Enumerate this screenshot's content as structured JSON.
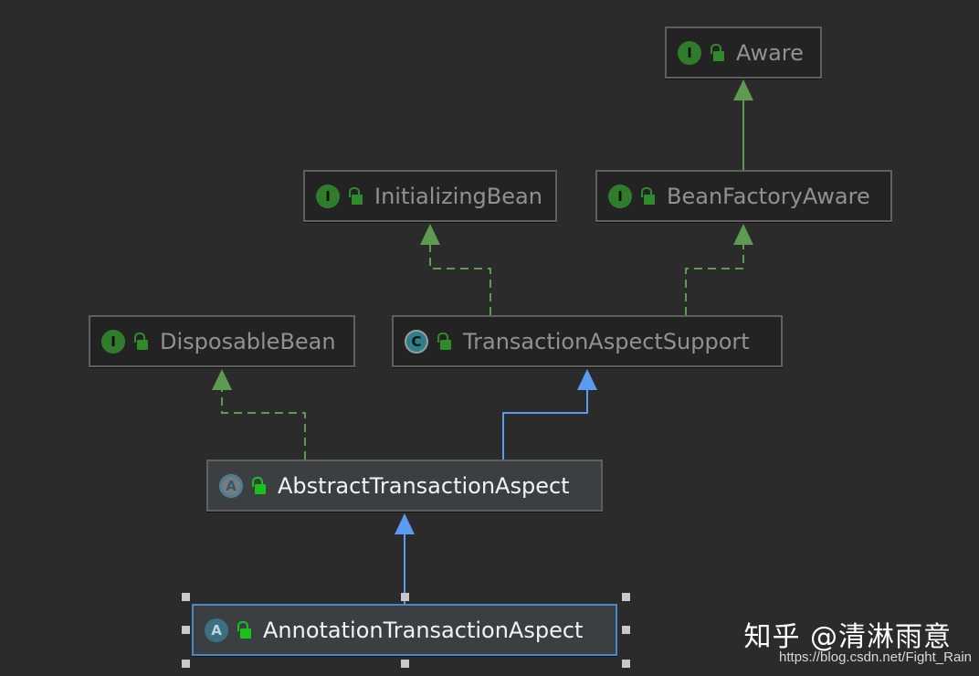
{
  "nodes": {
    "aware": {
      "kind": "I",
      "name": "Aware"
    },
    "initializing_bean": {
      "kind": "I",
      "name": "InitializingBean"
    },
    "bean_factory_aware": {
      "kind": "I",
      "name": "BeanFactoryAware"
    },
    "disposable_bean": {
      "kind": "I",
      "name": "DisposableBean"
    },
    "transaction_aspect_support": {
      "kind": "C",
      "name": "TransactionAspectSupport"
    },
    "abstract_transaction_aspect": {
      "kind": "A",
      "name": "AbstractTransactionAspect"
    },
    "annotation_transaction_aspect": {
      "kind": "A",
      "name": "AnnotationTransactionAspect"
    }
  },
  "watermark": {
    "text": "知乎 @清淋雨意",
    "url": "https://blog.csdn.net/Fight_Rain"
  },
  "colors": {
    "background": "#2b2b2b",
    "implements_arrow": "#5f9a52",
    "extends_arrow": "#5b9cf0",
    "selection_border": "#4a88c7"
  }
}
